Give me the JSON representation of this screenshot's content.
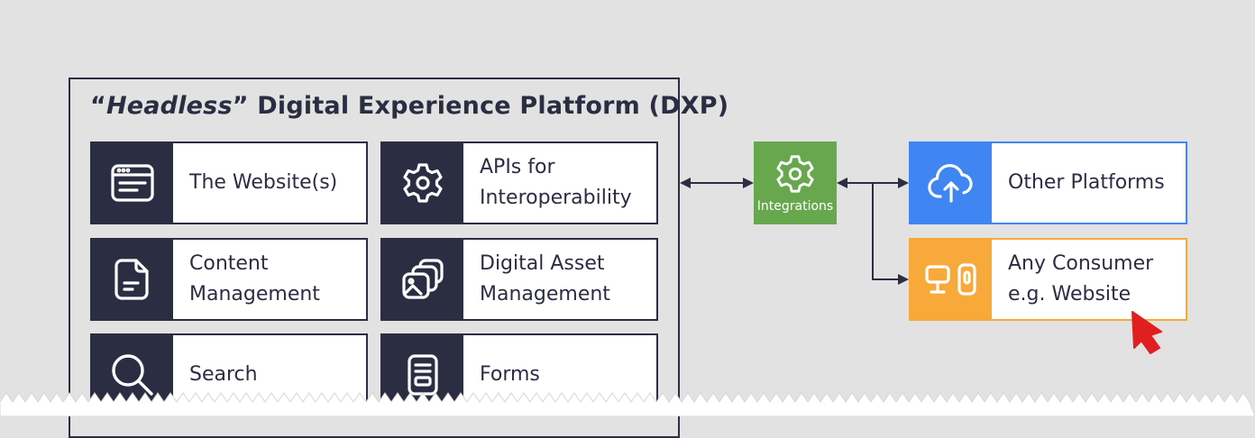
{
  "title": {
    "quote_open": "“",
    "emphasis": "Headless",
    "quote_close": "”",
    "rest": " Digital Experience Platform (DXP)"
  },
  "tiles": [
    {
      "lines": [
        "The Website(s)"
      ],
      "icon": "browser-window-icon"
    },
    {
      "lines": [
        "APIs for",
        "Interoperability"
      ],
      "icon": "gear-icon"
    },
    {
      "lines": [
        "Content",
        "Management"
      ],
      "icon": "document-icon"
    },
    {
      "lines": [
        "Digital Asset",
        "Management"
      ],
      "icon": "image-stack-icon"
    },
    {
      "lines": [
        "Search"
      ],
      "icon": "search-icon"
    },
    {
      "lines": [
        "Forms"
      ],
      "icon": "form-icon"
    }
  ],
  "integrations": {
    "label": "Integrations",
    "icon": "gear-icon",
    "color": "#67a84f"
  },
  "externals": [
    {
      "lines": [
        "Other Platforms"
      ],
      "icon": "cloud-upload-icon",
      "color": "#3f86f3"
    },
    {
      "lines": [
        "Any Consumer",
        "e.g. Website"
      ],
      "icon": "devices-icon",
      "color": "#f7a93a"
    }
  ],
  "colors": {
    "background": "#e2e2e2",
    "dark": "#2b2d42",
    "cursor": "#e02020"
  }
}
